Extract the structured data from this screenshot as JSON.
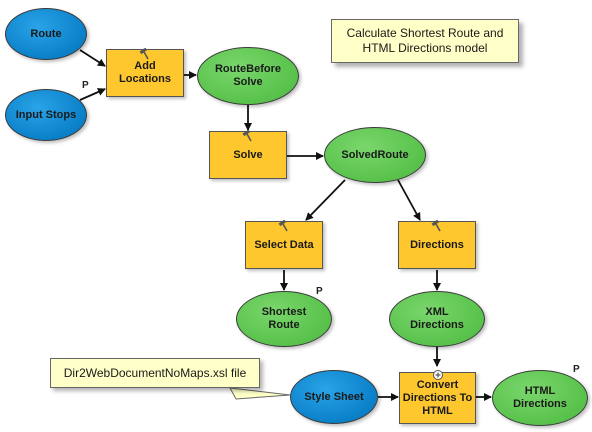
{
  "title_note": {
    "line1": "Calculate Shortest Route and",
    "line2": "HTML Directions model"
  },
  "callout": {
    "text": "Dir2WebDocumentNoMaps.xsl file"
  },
  "nodes": {
    "route": "Route",
    "input_stops": "Input Stops",
    "add_locations": "Add Locations",
    "route_before_solve": {
      "line1": "RouteBefore",
      "line2": "Solve"
    },
    "solve": "Solve",
    "solved_route": "SolvedRoute",
    "select_data": "Select Data",
    "directions": "Directions",
    "shortest_route": {
      "line1": "Shortest",
      "line2": "Route"
    },
    "xml_directions": {
      "line1": "XML",
      "line2": "Directions"
    },
    "style_sheet": "Style Sheet",
    "convert": {
      "line1": "Convert",
      "line2": "Directions To",
      "line3": "HTML"
    },
    "html_directions": {
      "line1": "HTML",
      "line2": "Directions"
    }
  },
  "param_marker": "P",
  "colors": {
    "input_variable": "#0a80c8",
    "derived_variable": "#58c24b",
    "tool": "#fec72e",
    "note": "#ffffc8"
  }
}
